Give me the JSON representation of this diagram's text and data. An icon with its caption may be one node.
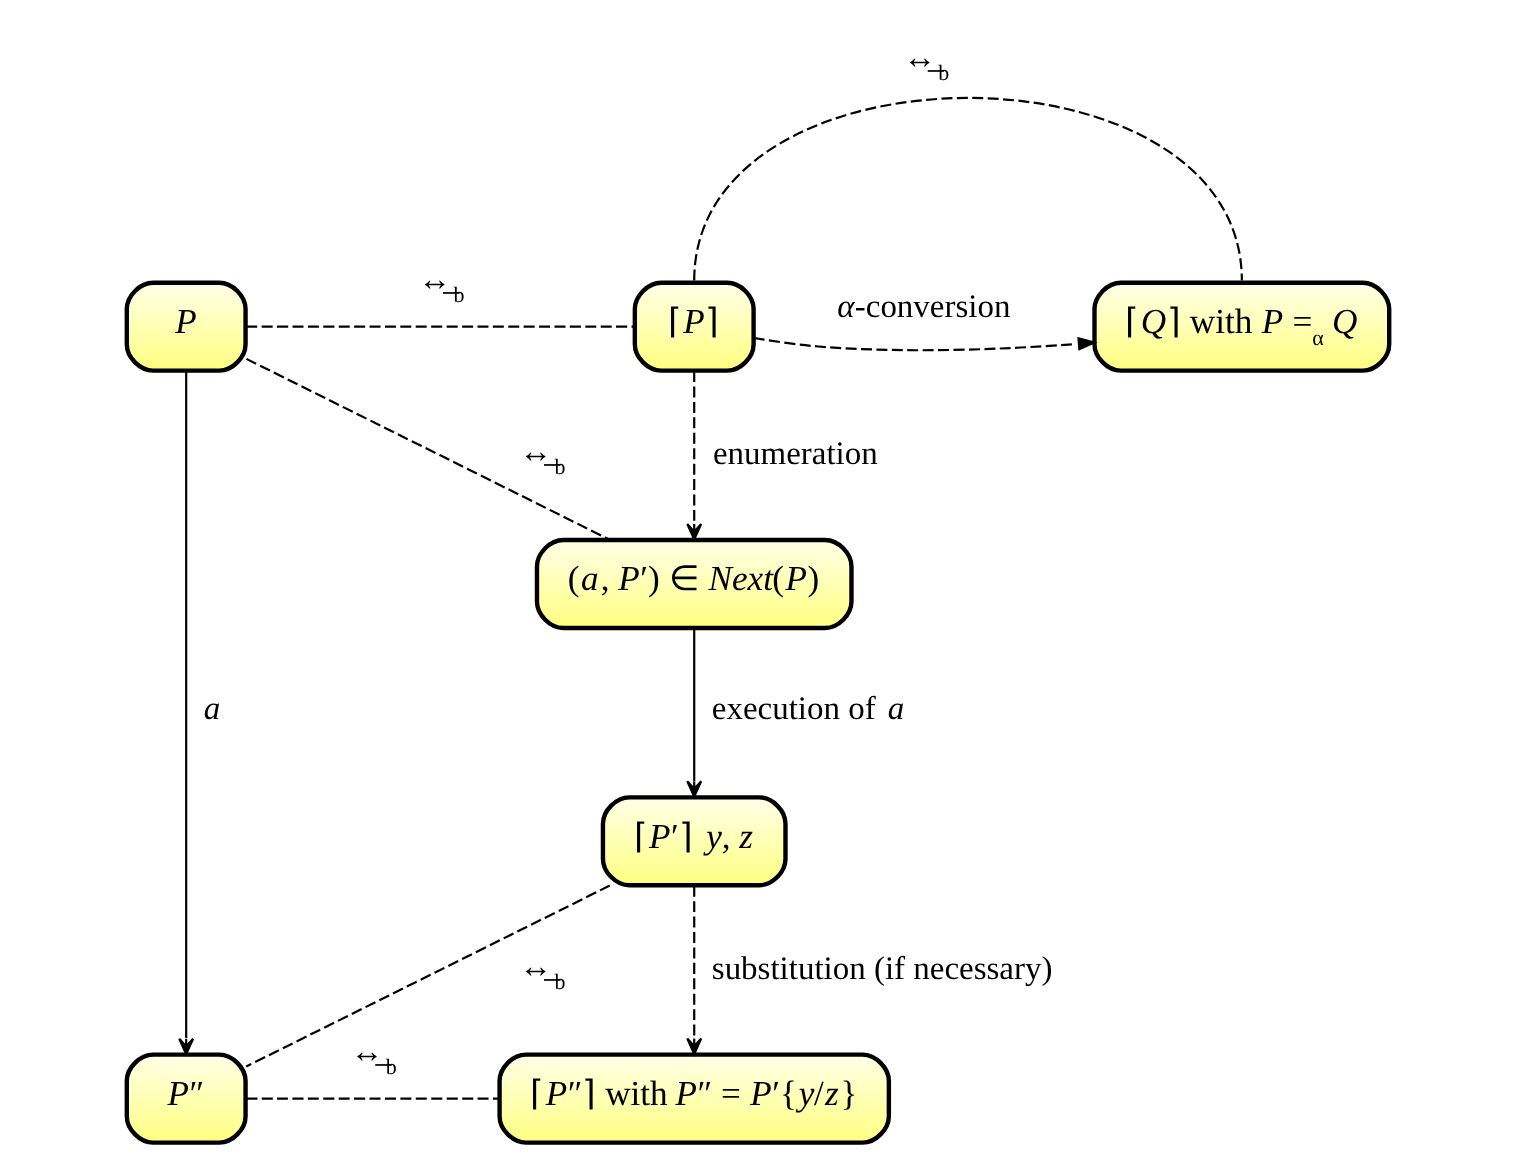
{
  "diagram": {
    "nodes": [
      {
        "text": [
          "*P*"
        ]
      },
      {
        "text": [
          "⌈*P*⌉"
        ]
      },
      {
        "text": [
          "⌈*Q*⌉ with *P* =$_{α}$ *Q*"
        ]
      },
      {
        "text": [
          "(*a*, *P*′) ∈ *Next*(*P*)"
        ]
      },
      {
        "text": [
          "⌈*P*′⌉ *y*, *z*"
        ]
      },
      {
        "text": [
          "*P*″"
        ]
      },
      {
        "text": [
          "⌈*P*″⌉ with *P*″ = *P*′{*y*/*z*}"
        ]
      }
    ],
    "edges": [
      {
        "from": 0,
        "to": 1,
        "arrow": "none",
        "style": "dashed",
        "label": "↔̲$_{b}$"
      },
      {
        "from": 1,
        "to": 2,
        "arrow": "to",
        "style": "dashed",
        "label": "*α*-conversion"
      },
      {
        "from": 0,
        "to": 3,
        "arrow": "none",
        "style": "dashed",
        "label": "↔̲$_{b}$"
      },
      {
        "from": 1,
        "to": 2,
        "arrow": "none",
        "style": "dashed",
        "label": "↔̲$_{b}$"
      },
      {
        "from": 1,
        "to": 3,
        "arrow": "to",
        "style": "dashed",
        "label": "enumeration"
      },
      {
        "from": 0,
        "to": 5,
        "arrow": "to",
        "label": "*a*"
      },
      {
        "from": 3,
        "to": 4,
        "arrow": "to",
        "label": "execution of *a*"
      },
      {
        "from": 4,
        "to": 5,
        "arrow": "none",
        "style": "dashed",
        "label": "↔̲$_{b}$"
      },
      {
        "from": 4,
        "to": 6,
        "arrow": "to",
        "style": "dashed",
        "label": "substitution (if necessary)"
      },
      {
        "from": 5,
        "to": 6,
        "arrow": "none",
        "style": "dashed",
        "label": "↔̲$_{b}$"
      }
    ]
  }
}
